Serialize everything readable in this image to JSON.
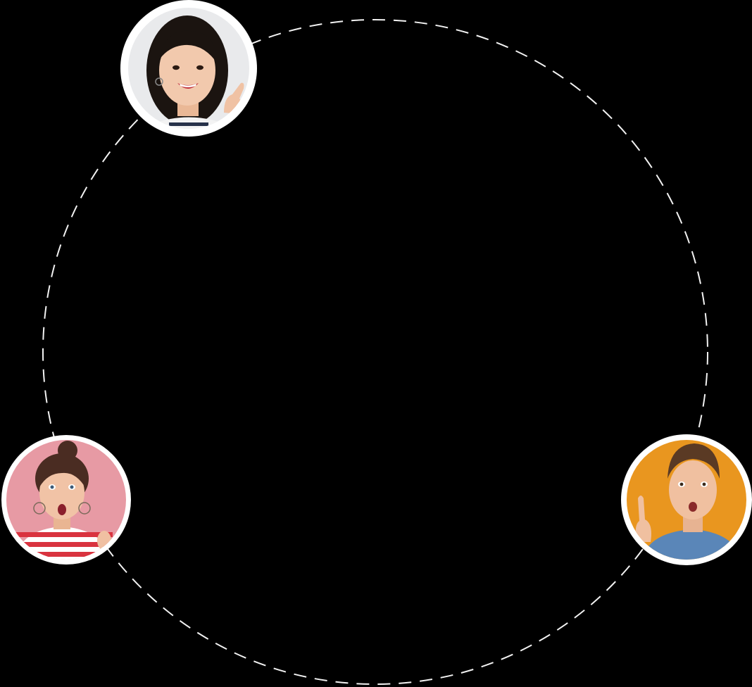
{
  "background_color": "#000000",
  "orbit": {
    "stroke_color": "#ffffff",
    "style": "dashed"
  },
  "avatars": [
    {
      "name": "avatar-smiling-woman",
      "description_icon": "avatar-icon",
      "ring_color": "#ffffff",
      "bg_color": "#e9eaec",
      "skin": "#f2c9ad",
      "hair": "#1b1410",
      "shirt": "#f3f3f3",
      "expression": "smile"
    },
    {
      "name": "avatar-surprised-woman",
      "description_icon": "avatar-icon",
      "ring_color": "#ffffff",
      "bg_color": "#e79aa4",
      "skin": "#f1c3a6",
      "hair": "#4a2c22",
      "shirt": "#d9333f",
      "expression": "surprised"
    },
    {
      "name": "avatar-surprised-man",
      "description_icon": "avatar-icon",
      "ring_color": "#ffffff",
      "bg_color": "#e9961f",
      "skin": "#f0c0a0",
      "hair": "#5a3a24",
      "shirt": "#5a86b8",
      "expression": "surprised"
    }
  ]
}
